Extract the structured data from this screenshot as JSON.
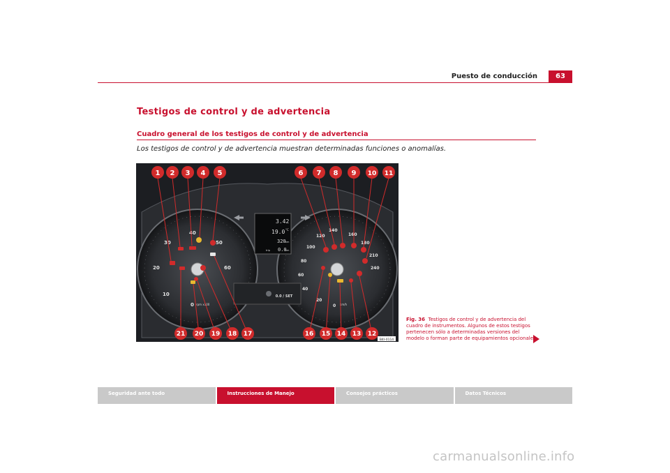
{
  "header": {
    "title": "Puesto de conducción",
    "page_number": "63"
  },
  "section_title": "Testigos de control y de advertencia",
  "subsection_title": "Cuadro general de los testigos de control y de advertencia",
  "intro": "Los testigos de control y de advertencia muestran determinadas funciones o anomalías.",
  "figure": {
    "callouts_top": [
      "1",
      "2",
      "3",
      "4",
      "5",
      "6",
      "7",
      "8",
      "9",
      "10",
      "11"
    ],
    "callouts_bottom": [
      "21",
      "20",
      "19",
      "18",
      "17",
      "16",
      "15",
      "14",
      "13",
      "12"
    ],
    "tachometer_ticks": [
      "10",
      "20",
      "30",
      "40",
      "50",
      "60"
    ],
    "tachometer_zero": "0",
    "tachometer_unit": "rpm x100",
    "speedometer_ticks": [
      "20",
      "40",
      "60",
      "80",
      "100",
      "120",
      "140",
      "160",
      "180",
      "210",
      "240"
    ],
    "speedometer_zero": "0",
    "speedometer_unit": "km/h",
    "display_time": "3.42",
    "display_temp": "19.0",
    "display_temp_unit": "°C",
    "display_odo": "320",
    "display_odo_unit": "km",
    "display_trip": "0.0",
    "display_trip_unit": "km",
    "display_trip_label": "trip",
    "reset_button_label": "0.0 / SET",
    "figure_code": "B4I-0114"
  },
  "caption": {
    "label": "Fig. 36",
    "text": "Testigos de control y de advertencia del cuadro de instrumentos. Algunos de estos testigos pertenecen sólo a determinadas versiones del modelo o forman parte de equipamientos opcionales."
  },
  "footer_tabs": [
    {
      "label": "Seguridad ante todo"
    },
    {
      "label": "Instrucciones de Manejo"
    },
    {
      "label": "Consejos prácticos"
    },
    {
      "label": "Datos Técnicos"
    }
  ],
  "watermark": "carmanualsonline.info",
  "colors": {
    "accent": "#c8102e",
    "tab_inactive": "#c9c9c9",
    "figure_bg": "#1c1e22"
  }
}
